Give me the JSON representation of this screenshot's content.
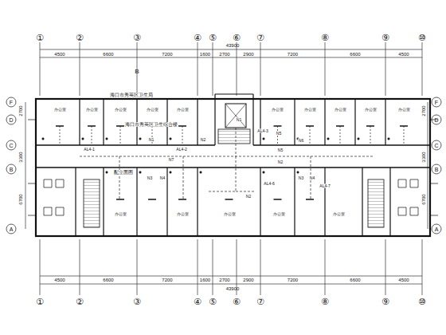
{
  "diagram": {
    "labels": [
      "①",
      "②",
      "③",
      "④",
      "⑤",
      "⑥",
      "⑦",
      "⑧",
      "⑨",
      "⑩",
      "4500",
      "6600",
      "7200",
      "1600",
      "2700",
      "2900",
      "7200",
      "6600",
      "4500",
      "43900",
      "B",
      "4500",
      "6600",
      "7200",
      "1600",
      "2700",
      "2900",
      "7200",
      "6600",
      "4500",
      "43900",
      "①",
      "②",
      "③",
      "④",
      "⑤",
      "⑥",
      "⑦",
      "⑧",
      "⑨",
      "⑩",
      "F",
      "D",
      "C",
      "B",
      "A",
      "2700",
      "3300",
      "6700",
      "F",
      "D",
      "C",
      "B",
      "A",
      "2700",
      "3300",
      "6700",
      "海口市秀英区卫生局",
      "海口市秀英区卫生综合楼",
      "配立面图",
      "AL4-1",
      "AL4-2",
      "N1",
      "N2",
      "N7",
      "N3",
      "N4",
      "N1",
      "AL4-3",
      "N5",
      "N6",
      "N5",
      "N2",
      "AL4-6",
      "N2",
      "N3",
      "N4",
      "AL4-7",
      "办公室",
      "办公室",
      "办公室",
      "办公室",
      "办公室",
      "办公室",
      "办公室",
      "办公室",
      "办公室",
      "办公室",
      "办公室",
      "办公室",
      "办公室",
      "办公室",
      "办公室"
    ]
  }
}
